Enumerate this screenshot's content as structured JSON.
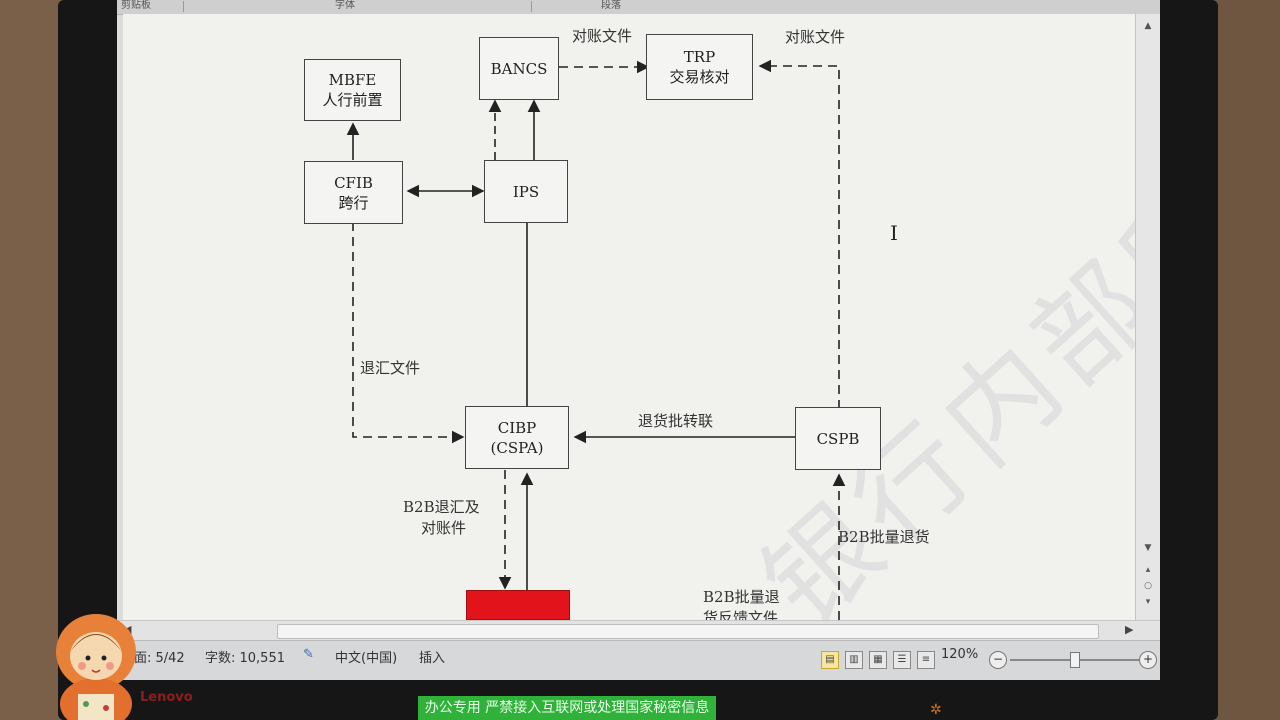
{
  "ribbon": {
    "clipboard": "剪贴板",
    "font": "字体",
    "paragraph": "段落"
  },
  "diagram": {
    "boxes": {
      "mbfe": [
        "MBFE",
        "人行前置"
      ],
      "bancs": [
        "BANCS"
      ],
      "trp": [
        "TRP",
        "交易核对"
      ],
      "cfib": [
        "CFIB",
        "跨行"
      ],
      "ips": [
        "IPS"
      ],
      "cibp": [
        "CIBP",
        "(CSPA)"
      ],
      "cspb": [
        "CSPB"
      ]
    },
    "labels": {
      "reconcile_left": "对账文件",
      "reconcile_right": "对账文件",
      "refund_file": "退汇文件",
      "return_transfer": "退货批转联",
      "b2b_refund_recon_1": "B2B退汇及",
      "b2b_refund_recon_2": "对账件",
      "b2b_batch_return": "B2B批量退货",
      "b2b_batch_feedback_1": "B2B批量退",
      "b2b_batch_feedback_2": "货反馈文件"
    },
    "watermark": "银行内部所有"
  },
  "status": {
    "page": "页面: 5/42",
    "words": "字数: 10,551",
    "language": "中文(中国)",
    "mode": "插入",
    "zoom": "120%"
  },
  "monitor": {
    "security_label": "办公专用  严禁接入互联网或处理国家秘密信息",
    "brand": "Lenovo"
  },
  "icons": [
    "spellcheck-icon",
    "scroll-up-icon",
    "scroll-down-icon",
    "zoom-minus-icon",
    "zoom-plus-icon",
    "text-cursor-icon"
  ]
}
